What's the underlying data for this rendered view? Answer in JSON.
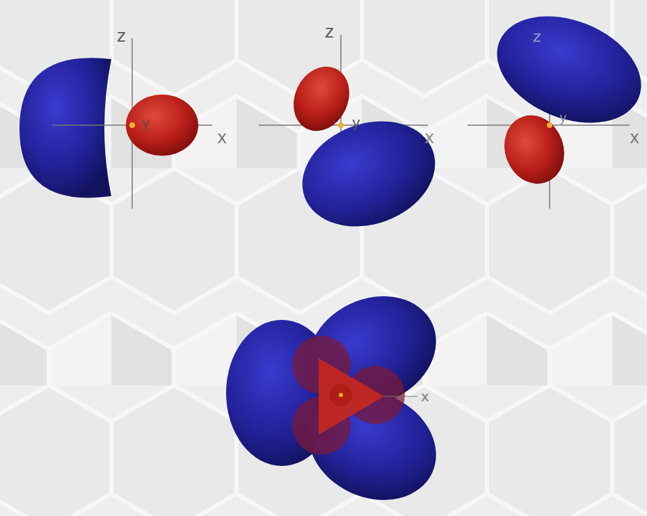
{
  "diagram": {
    "labels": [
      "z",
      "y",
      "x",
      "z",
      "y",
      "x",
      "z",
      "y",
      "x",
      "x"
    ]
  }
}
